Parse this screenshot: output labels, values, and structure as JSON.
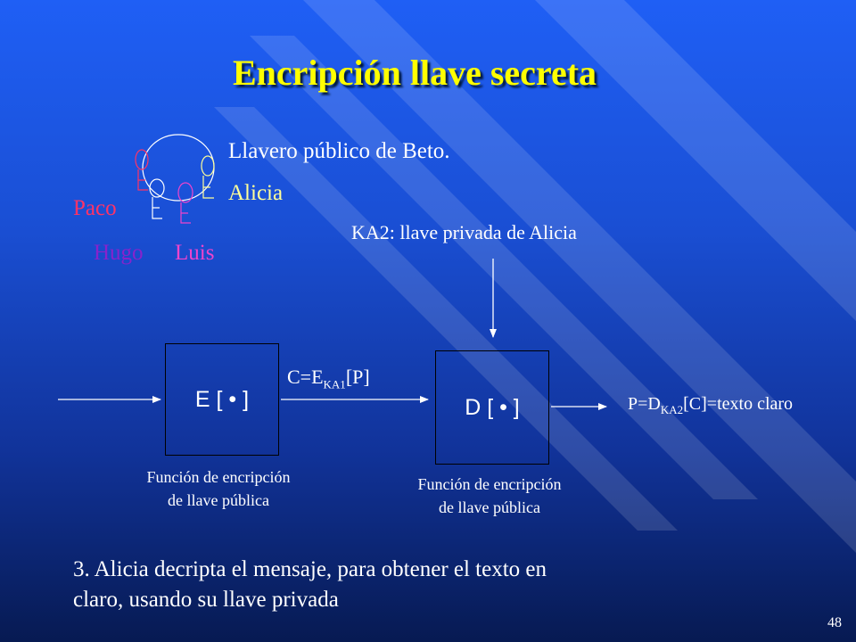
{
  "title": "Encripción llave secreta",
  "keyring": {
    "label": "Llavero público de Beto.",
    "names": {
      "alicia": "Alicia",
      "paco": "Paco",
      "hugo": "Hugo",
      "luis": "Luis"
    }
  },
  "ka2_label": "KA2: llave privada de Alicia",
  "encrypt_box": {
    "label": "E [ • ]",
    "caption_line1": "Función de encripción",
    "caption_line2": "de llave pública"
  },
  "decrypt_box": {
    "label": "D [ • ]",
    "caption_line1": "Función de encripción",
    "caption_line2": "de llave pública"
  },
  "cipher_label": {
    "prefix": "C=E",
    "sub": "KA1",
    "suffix": "[P]"
  },
  "plain_label": {
    "prefix": "P=D",
    "sub": "KA2",
    "suffix": "[C]=texto claro"
  },
  "step_text": {
    "line1": "3. Alicia decripta el mensaje, para obtener el texto en",
    "line2": "claro, usando su llave privada"
  },
  "slide_number": "48",
  "colors": {
    "title": "#ffff00",
    "alicia": "#ffff99",
    "paco": "#ff3366",
    "hugo": "#8822cc",
    "luis": "#ee44cc"
  }
}
